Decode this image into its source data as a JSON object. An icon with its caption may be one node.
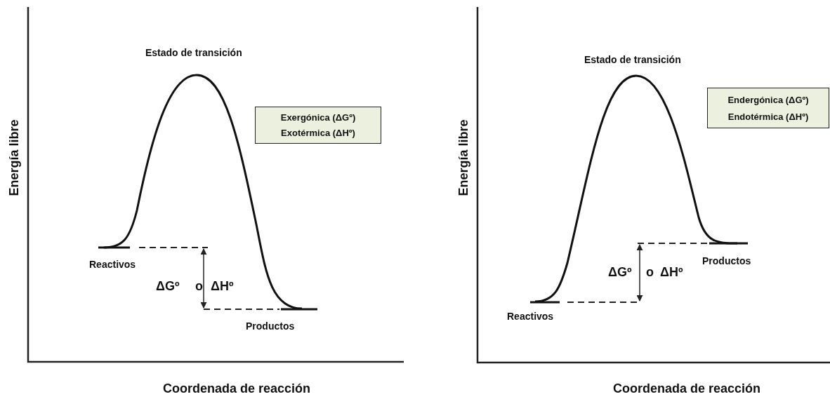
{
  "diagram": {
    "nodes": [
      {
        "text": [
          "Exergónica (ΔGº)",
          "Exotérmica (ΔHº)"
        ]
      },
      {
        "text": [
          "Endergónica (ΔGº)",
          "Endotérmica (ΔHº)"
        ]
      }
    ],
    "labels": [
      "Estado de transición",
      "Energía libre",
      "Reactivos",
      "ΔGº",
      "o",
      "ΔHº",
      "Productos",
      "Coordenada de reacción",
      "Estado de transición",
      "Energía libre",
      "ΔGº",
      "o",
      "ΔHº",
      "Productos",
      "Reactivos",
      "Coordenada de reacción"
    ]
  }
}
